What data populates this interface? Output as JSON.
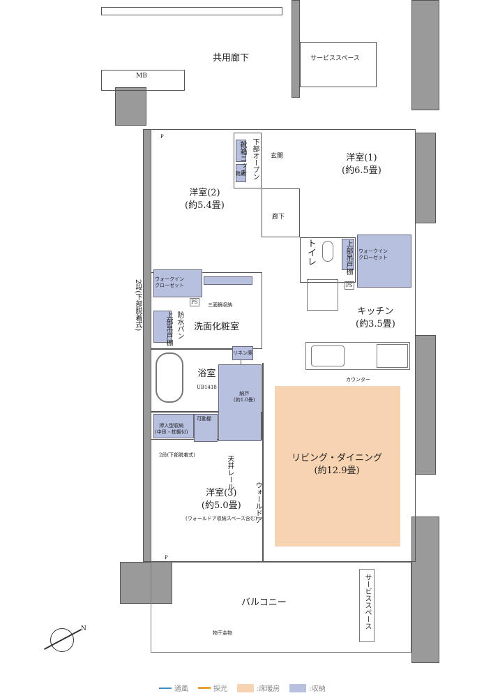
{
  "rooms": {
    "corridor_common": "共用廊下",
    "mb": "MB",
    "service_top": "サービススペース",
    "room1": {
      "name": "洋室(1)",
      "size": "(約6.5畳)"
    },
    "entrance": "玄関",
    "shoe_niche": "靴箱ニッチ",
    "shoe_box": "靴箱",
    "lower_open": "下部オープン",
    "room2": {
      "name": "洋室(2)",
      "size": "(約5.4畳)"
    },
    "hallway": "廊下",
    "toilet": "トイレ",
    "upper_cabinet": "上部吊戸棚",
    "wic": "ウォークインクローゼット",
    "wic_a": "ウォークイン",
    "wic_b": "クローゼット",
    "ps": "PS",
    "p": "P",
    "two_step": "2段(下部脱着式)",
    "mirror_storage": "三面鏡収納",
    "washroom": "洗面化粧室",
    "waterproof_pan": "防水パン",
    "kitchen": {
      "name": "キッチン",
      "size": "(約3.5畳)"
    },
    "counter": "カウンター",
    "linen": "リネン庫",
    "bath": {
      "name": "浴室",
      "code": "UB1418"
    },
    "storeroom": {
      "name": "納戸",
      "size": "(約1.0畳)"
    },
    "closet": {
      "name": "押入型収納",
      "note": "(中段・枕棚付)"
    },
    "movable_shelf": "可動棚",
    "ceiling_rail": "天井レール",
    "wall_door": "ウォールドア",
    "room3": {
      "name": "洋室(3)",
      "size": "(約5.0畳)",
      "note": "(ウォールドア収納スペース含む)"
    },
    "living": {
      "name": "リビング・ダイニング",
      "size": "(約12.9畳)"
    },
    "balcony": "バルコニー",
    "service_right": "サービススペース",
    "drying": "物干金物"
  },
  "compass": "N",
  "legend": [
    {
      "label": "通風",
      "color": "#3a8fc8"
    },
    {
      "label": "採光",
      "color": "#e8a030"
    },
    {
      "label": ":床暖房",
      "color": "#f7d3b2"
    },
    {
      "label": ":収納",
      "color": "#b8c0e0"
    }
  ]
}
